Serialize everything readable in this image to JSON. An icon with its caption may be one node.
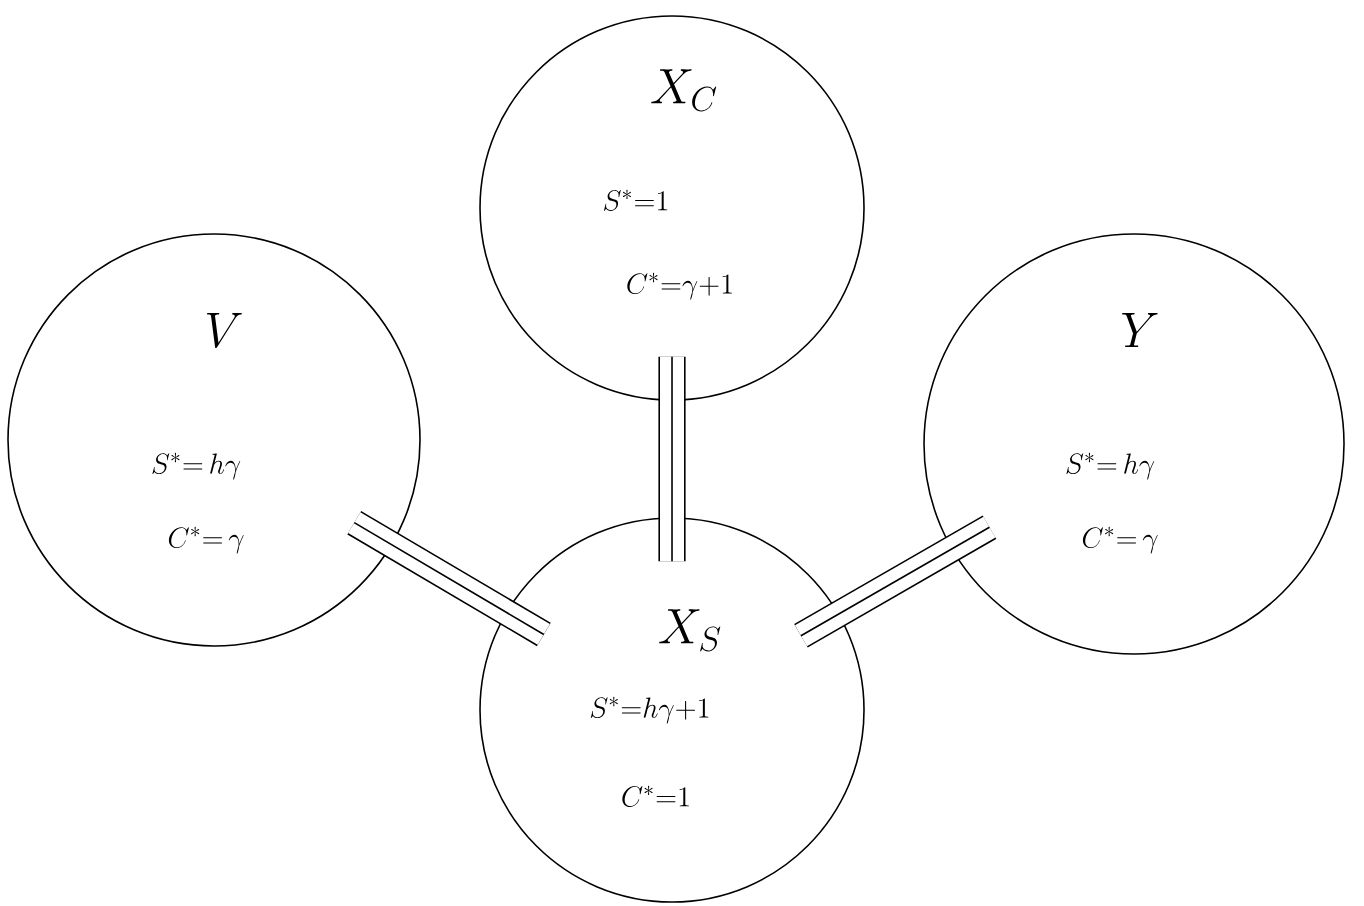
{
  "diagram": {
    "nodes": [
      {
        "text": [
          "X_C",
          "S^*{=}1",
          "C^*{=}\\gamma{+}1"
        ]
      },
      {
        "text": [
          "V",
          "S^*{=}\\,h\\gamma",
          "C^*{=}\\,\\gamma"
        ]
      },
      {
        "text": [
          "Y",
          "S^*{=}\\,h\\gamma",
          "C^*{=}\\,\\gamma"
        ]
      },
      {
        "text": [
          "X_S",
          "S^*{=}h\\gamma{+}1",
          "C^*{=}1"
        ]
      }
    ],
    "edges": [
      {
        "from": 0,
        "to": 3,
        "arrow": "none"
      },
      {
        "from": 1,
        "to": 3,
        "arrow": "none"
      },
      {
        "from": 2,
        "to": 3,
        "arrow": "none"
      }
    ]
  }
}
